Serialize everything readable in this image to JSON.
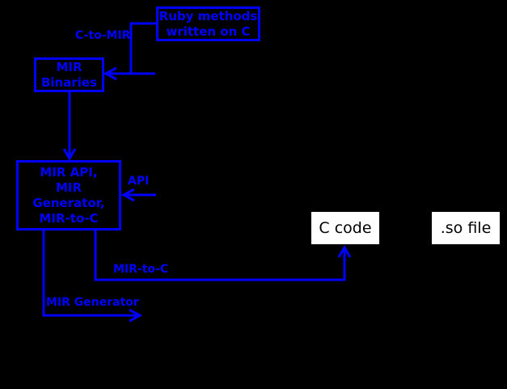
{
  "diagram": {
    "background_color": "#000000",
    "accent_color": "#0000ff",
    "white_node_color": "#ffffff",
    "white_node_text_color": "#000000",
    "nodes": {
      "ruby_methods": {
        "lines": [
          "Ruby methods",
          "written on C"
        ]
      },
      "mir_binaries": {
        "lines": [
          "MIR",
          "Binaries"
        ]
      },
      "mir_api": {
        "lines": [
          "MIR API,",
          "MIR Generator,",
          "MIR-to-C"
        ]
      },
      "c_code": {
        "label": "C code"
      },
      "so_file": {
        "label": ".so file"
      }
    },
    "edge_labels": {
      "c_to_mir": "C-to-MIR",
      "api": "API",
      "mir_to_c": "MIR-to-C",
      "mir_generator": "MIR Generator"
    }
  }
}
